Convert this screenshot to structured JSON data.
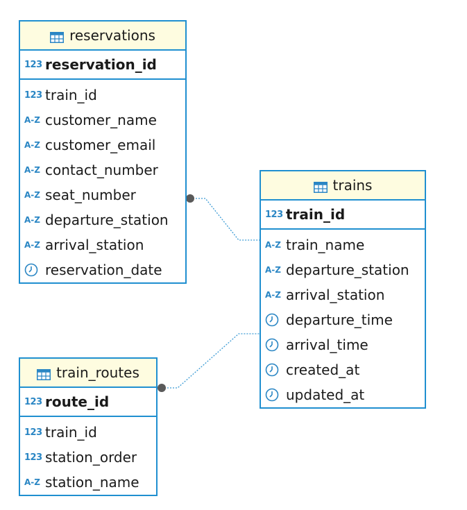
{
  "reservations": {
    "title": "reservations",
    "pk": {
      "name": "reservation_id",
      "type": "number"
    },
    "columns": [
      {
        "name": "train_id",
        "type": "number"
      },
      {
        "name": "customer_name",
        "type": "text"
      },
      {
        "name": "customer_email",
        "type": "text"
      },
      {
        "name": "contact_number",
        "type": "text"
      },
      {
        "name": "seat_number",
        "type": "text"
      },
      {
        "name": "departure_station",
        "type": "text"
      },
      {
        "name": "arrival_station",
        "type": "text"
      },
      {
        "name": "reservation_date",
        "type": "datetime"
      }
    ]
  },
  "trains": {
    "title": "trains",
    "pk": {
      "name": "train_id",
      "type": "number"
    },
    "columns": [
      {
        "name": "train_name",
        "type": "text"
      },
      {
        "name": "departure_station",
        "type": "text"
      },
      {
        "name": "arrival_station",
        "type": "text"
      },
      {
        "name": "departure_time",
        "type": "datetime"
      },
      {
        "name": "arrival_time",
        "type": "datetime"
      },
      {
        "name": "created_at",
        "type": "datetime"
      },
      {
        "name": "updated_at",
        "type": "datetime"
      }
    ]
  },
  "train_routes": {
    "title": "train_routes",
    "pk": {
      "name": "route_id",
      "type": "number"
    },
    "columns": [
      {
        "name": "train_id",
        "type": "number"
      },
      {
        "name": "station_order",
        "type": "number"
      },
      {
        "name": "station_name",
        "type": "text"
      }
    ]
  },
  "icons": {
    "number": "123",
    "text": "A-Z",
    "datetime": "clock-icon",
    "table": "table-icon"
  },
  "colors": {
    "border": "#1f8fd0",
    "header_bg": "#fefce0",
    "connector": "#3a9ad4",
    "endpoint": "#5a5a5a"
  }
}
